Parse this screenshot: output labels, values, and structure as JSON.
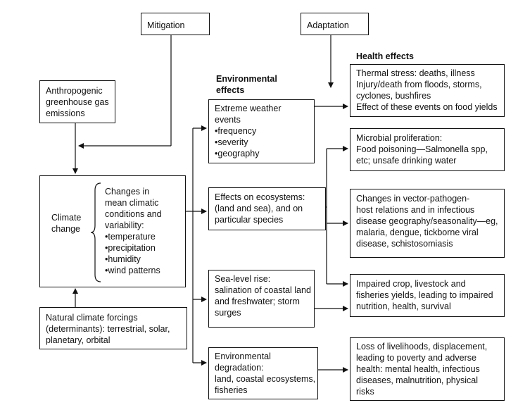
{
  "headers": {
    "environmental": [
      "Environmental",
      "effects"
    ],
    "health": "Health effects"
  },
  "mitigation": "Mitigation",
  "adaptation": "Adaptation",
  "anthropogenic": [
    "Anthropogenic",
    "greenhouse gas",
    "emissions"
  ],
  "climate_change": {
    "label": [
      "Climate",
      "change"
    ],
    "details": [
      "Changes in",
      "mean climatic",
      "conditions and",
      "variability:",
      "•temperature",
      "•precipitation",
      "•humidity",
      "•wind patterns"
    ]
  },
  "natural": [
    "Natural climate forcings",
    "(determinants): terrestrial, solar,",
    "planetary, orbital"
  ],
  "environmental_effects": [
    [
      "Extreme weather",
      "events",
      "•frequency",
      "•severity",
      "•geography"
    ],
    [
      "Effects on ecosystems:",
      "(land and sea), and on",
      "particular species"
    ],
    [
      "Sea-level rise:",
      "salination of coastal land",
      "and freshwater; storm",
      "surges"
    ],
    [
      "Environmental",
      "degradation:",
      "land, coastal ecosystems,",
      "fisheries"
    ]
  ],
  "health_effects": [
    [
      "Thermal stress: deaths, illness",
      "Injury/death from floods, storms,",
      "cyclones, bushfires",
      "Effect of these events on food yields"
    ],
    [
      "Microbial proliferation:",
      "Food poisoning—Salmonella spp,",
      "etc; unsafe drinking water"
    ],
    [
      "Changes in vector-pathogen-",
      "host relations and in infectious",
      "disease geography/seasonality—eg,",
      "malaria, dengue, tickborne viral",
      "disease, schistosomiasis"
    ],
    [
      "Impaired crop, livestock and",
      "fisheries yields, leading to  impaired",
      "nutrition, health, survival"
    ],
    [
      "Loss of livelihoods, displacement,",
      "leading to poverty and adverse",
      "health: mental health, infectious",
      "diseases, malnutrition, physical",
      "risks"
    ]
  ]
}
